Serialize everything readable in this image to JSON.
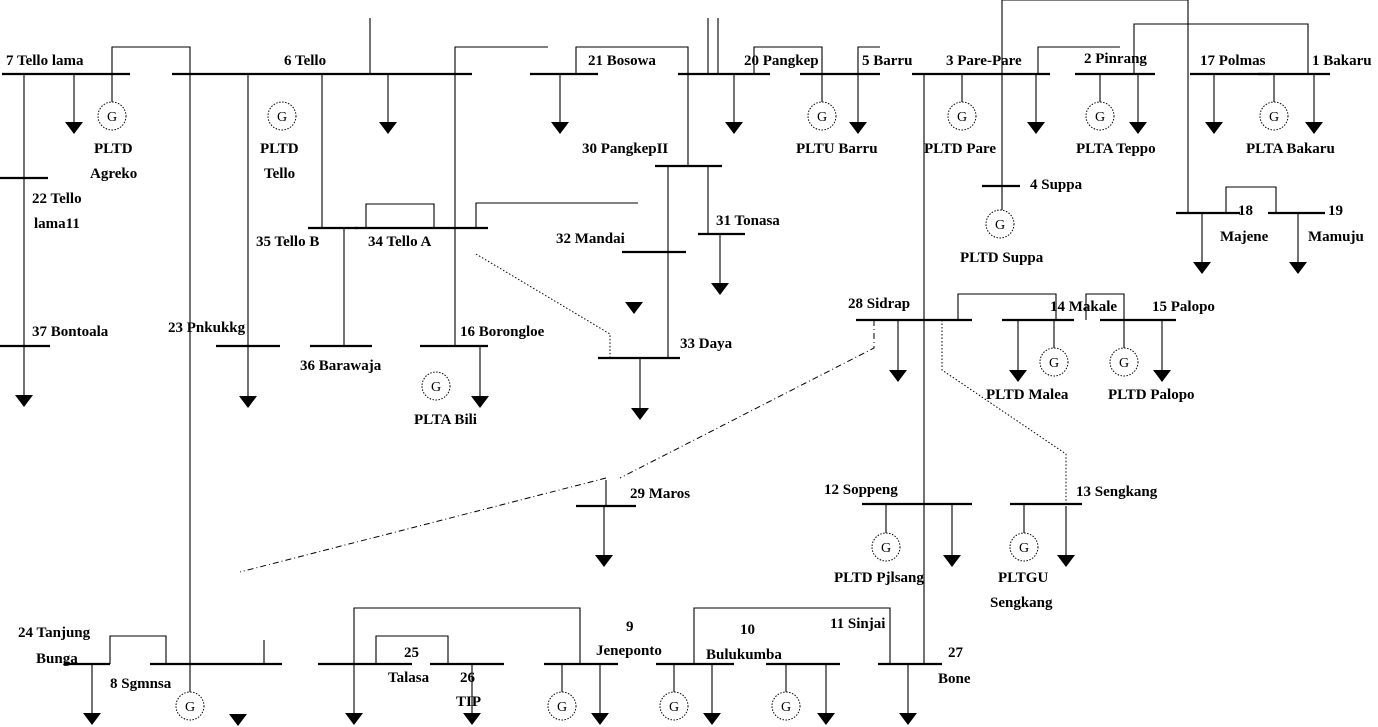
{
  "diagram": {
    "buses": {
      "b1": "1 Bakaru",
      "b2": "2 Pinrang",
      "b3": "3 Pare-Pare",
      "b4": "4 Suppa",
      "b5": "5 Barru",
      "b6": "6 Tello",
      "b7": "7 Tello lama",
      "b8": "8 Sgmnsa",
      "b9": "9",
      "b9b": "Jeneponto",
      "b10": "10",
      "b10b": "Bulukumba",
      "b11": "11 Sinjai",
      "b12": "12 Soppeng",
      "b13": "13 Sengkang",
      "b14": "14 Makale",
      "b15": "15 Palopo",
      "b16": "16 Borongloe",
      "b17": "17 Polmas",
      "b18": "18",
      "b18b": "Majene",
      "b19": "19",
      "b19b": "Mamuju",
      "b20": "20 Pangkep",
      "b21": "21 Bosowa",
      "b22a": "22 Tello",
      "b22b": "lama11",
      "b23": "23 Pnkukkg",
      "b24a": "24 Tanjung",
      "b24b": "Bunga",
      "b25": "25",
      "b25b": "Talasa",
      "b26": "26",
      "b26b": "TIP",
      "b27": "27",
      "b27b": "Bone",
      "b28": "28 Sidrap",
      "b29": "29 Maros",
      "b30": "30 PangkepII",
      "b31": "31 Tonasa",
      "b32": "32 Mandai",
      "b33": "33 Daya",
      "b34": "34 Tello A",
      "b35": "35 Tello B",
      "b36": "36 Barawaja",
      "b37": "37 Bontoala"
    },
    "plants": {
      "agreko1": "PLTD",
      "agreko2": "Agreko",
      "tello1": "PLTD",
      "tello2": "Tello",
      "barru": "PLTU Barru",
      "pare": "PLTD Pare",
      "teppo": "PLTA Teppo",
      "bakaru": "PLTA Bakaru",
      "suppa": "PLTD Suppa",
      "bili": "PLTA Bili",
      "malea": "PLTD Malea",
      "palopo": "PLTD Palopo",
      "pjlsang": "PLTD Pjlsang",
      "sengkang1": "PLTGU",
      "sengkang2": "Sengkang"
    },
    "generator_symbol": "G"
  }
}
